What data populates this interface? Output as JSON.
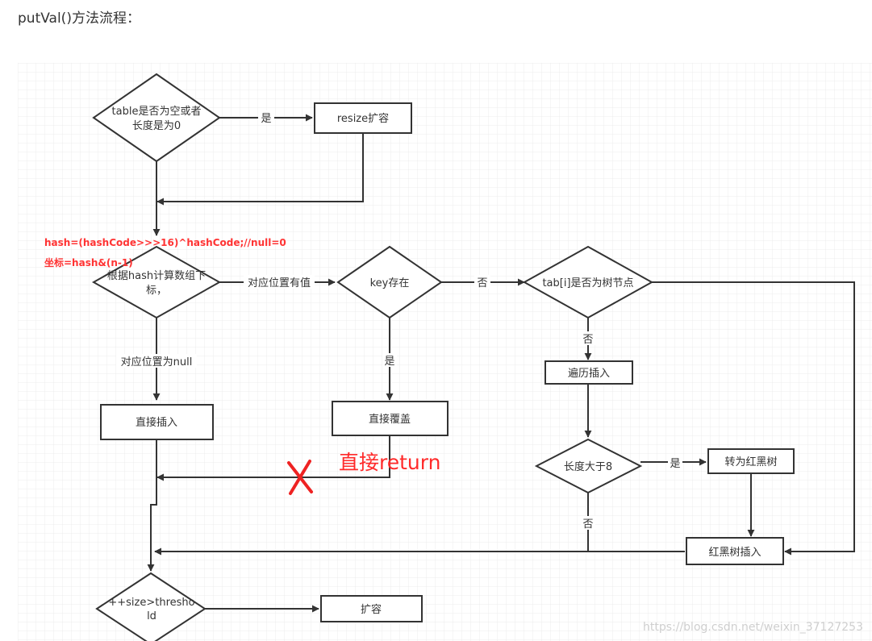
{
  "heading": "putVal()方法流程：",
  "nodes": {
    "table_empty": {
      "lines": [
        "table是否为空或者",
        "长度是为0"
      ]
    },
    "resize": {
      "lines": [
        "resize扩容"
      ]
    },
    "calc_index": {
      "lines": [
        "根据hash计算数组下",
        "标，"
      ]
    },
    "key_exists": {
      "lines": [
        "key存在"
      ]
    },
    "is_tree_node": {
      "lines": [
        "tab[i]是否为树节点"
      ]
    },
    "direct_insert": {
      "lines": [
        "直接插入"
      ]
    },
    "direct_cover": {
      "lines": [
        "直接覆盖"
      ]
    },
    "traverse_insert": {
      "lines": [
        "遍历插入"
      ]
    },
    "len_gt8": {
      "lines": [
        "长度大于8"
      ]
    },
    "to_rbtree": {
      "lines": [
        "转为红黑树"
      ]
    },
    "rbtree_insert": {
      "lines": [
        "红黑树插入"
      ]
    },
    "size_check": {
      "lines": [
        "++size>thresho",
        "ld"
      ]
    },
    "expand": {
      "lines": [
        "扩容"
      ]
    }
  },
  "edge_labels": {
    "yes_resize": "是",
    "has_value": "对应位置有值",
    "no_key": "否",
    "null_pos": "对应位置为null",
    "yes_key": "是",
    "no_tree": "否",
    "yes_len": "是",
    "no_len": "否"
  },
  "annotations": {
    "hash_formula": "hash=(hashCode>>>16)^hashCode;//null=0",
    "index_formula": "坐标=hash&(n-1)",
    "direct_return": "直接return",
    "watermark": "https://blog.csdn.net/weixin_37127253"
  },
  "colors": {
    "stroke": "#333333",
    "annotation": "#ff3333",
    "cross": "#ee2222",
    "grid": "#e8e8e8"
  }
}
